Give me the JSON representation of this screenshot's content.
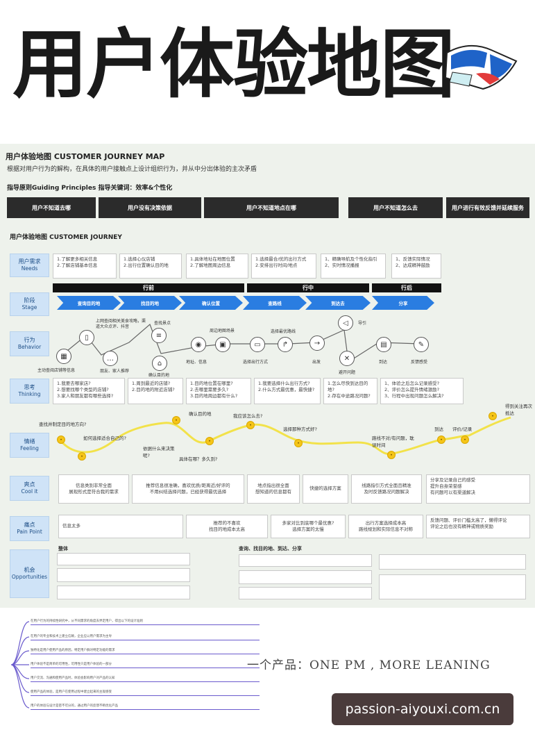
{
  "hero": {
    "title": "用户体验地图"
  },
  "map": {
    "title": "用户体验地图  CUSTOMER JOURNEY MAP",
    "subtitle": "根据对用户行为的解构，在具体的用户接触点上设计组织行为，并从中分出体验的主次矛盾",
    "guide": "指导原则Guiding Principles 指导关键词：效率&个性化",
    "principles": [
      "用户不知道去哪",
      "用户没有决策依据",
      "用户不知道地点在哪",
      "用户不知道怎么去",
      "用户进行有效反馈并延续服务"
    ],
    "journey_title": "用户体验地图  CUSTOMER JOURNEY",
    "rows": {
      "needs": {
        "zh": "用户需求",
        "en": "Needs"
      },
      "stage": {
        "zh": "阶段",
        "en": "Stage"
      },
      "behavior": {
        "zh": "行为",
        "en": "Behavior"
      },
      "thinking": {
        "zh": "思考",
        "en": "Thinking"
      },
      "feeling": {
        "zh": "情绪",
        "en": "Feeling"
      },
      "cool": {
        "zh": "爽点",
        "en": "Cool it"
      },
      "pain": {
        "zh": "痛点",
        "en": "Pain Point"
      },
      "opp": {
        "zh": "机会",
        "en": "Opportunities"
      }
    },
    "needs": [
      "1.了解更多相关信息\n2.了解店铺基本信息",
      "1.选择心仪店铺\n2.出行位置确认目的地",
      "1.具体地址在地图位置\n2.了解地图周边信息",
      "1.选择最合/优的出行方式\n2.安排出行时间/地点",
      "1、精确导航及个性化指引\n2、实时情况播报",
      "1、反馈实际情况\n2、达成精神鼓励"
    ],
    "phases": [
      "行前",
      "行中",
      "行后"
    ],
    "stages": [
      "查询目的地",
      "找目的地",
      "确认位置",
      "查路线",
      "到达去",
      "分享"
    ],
    "behaviors": [
      "主动查阅店铺等信息",
      "上网查阅相关美食攻略，渠道大众点评、抖音",
      "朋友、家人推荐",
      "查找景点",
      "确认目的地",
      "地址、信息",
      "周边地图场景",
      "选择出行方式",
      "选择最优路线",
      "出发",
      "导引",
      "避开问题",
      "到达",
      "反馈感受"
    ],
    "thinking": [
      "1.我要去哪家店?\n2.想要找哪个类型的店铺?\n3.家人和朋友都有哪些选择?",
      "1.周到最近的店铺?\n2.目的地的附近店铺?",
      "1.目的地位置在哪里?\n2.去哪里需要多久?\n3.目的地周边都有什么?",
      "1.我要选择什么出行方式?\n2.什么方式最优惠，最快捷?",
      "1.怎么尽快到达目的地?\n2.存在中途路况问题?",
      "1、体验之后怎么记录感受?\n2、评价怎么提升情绪激励?\n3、行程中出现问题怎么解决?"
    ],
    "feelings": [
      "查找并制定目的地方向?",
      "如何选择适合自己的?",
      "依据什么来决策呢?",
      "确认目的地",
      "具体在哪？多久到?",
      "我应该怎么去?",
      "选择那种方式好?",
      "路线不对/有问题，耽误时间",
      "到达",
      "评价/记录",
      "得到关注再次抵达"
    ],
    "cool": [
      "信息类别非常全面\n展现形式是符合我的需求",
      "推荐信息很准确，喜欢优质/距离近/好评的\n不用纠结选择问题，已经获得最优选择",
      "地点指出很全面\n想知道的信息都有",
      "快捷的选择方案",
      "线路指引方式全面且精准\n及时反馈路况问题解决",
      "分享及记录自己的感受\n提升自身荣誉感\n有问题可以有渠道解决"
    ],
    "pain": [
      "信息太多",
      "推荐的不喜欢\n找目的地成本太高",
      "多家对比到底哪个最优惠?\n选择方案的太慢",
      "出行方案选择成本高\n路线规划和实际信息不对称",
      "反馈问题、评价门槛太高了，懒得评论\n评论之后也没有精神或物质奖励"
    ],
    "opp_sections": [
      "整体",
      "查询、找目的地、到达、分享"
    ]
  },
  "bottom": {
    "mindmap": [
      "在用户行为的持续性研究中，从不同需求的角度去界定用户，得出以下的设计准则",
      "在用户的专业和技术上建立信赖，企业应以用户需求为主导",
      "独特化是用户使用产品的原因，特定用户群对特定功能的需求",
      "用户体验不是简单的可用性，可用性只是用户体验的一部分",
      "用户交流、沟通和使用产品时，体验会影响用户对产品的认知",
      "使用产品的体验，是用户在使用过程中建立起来的主观感受",
      "用户的体验与设计是密不可分的，通过用户的反馈不断优化产品"
    ],
    "slogan": "一个产品：ONE PM , MORE LEANING",
    "watermark": "passion-aiyouxi.com.cn"
  },
  "colors": {
    "stage_blue": "#2a7de1",
    "label_blue": "#cfe3f7",
    "feeling_yellow": "#f5e14a",
    "dark": "#2b2b2b"
  }
}
